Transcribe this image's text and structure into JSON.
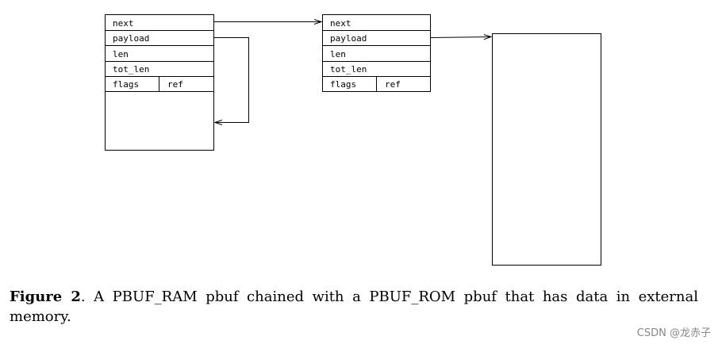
{
  "diagram": {
    "pbuf_ram": {
      "fields": [
        "next",
        "payload",
        "len",
        "tot_len"
      ],
      "flags_label": "flags",
      "ref_label": "ref"
    },
    "pbuf_rom": {
      "fields": [
        "next",
        "payload",
        "len",
        "tot_len"
      ],
      "flags_label": "flags",
      "ref_label": "ref"
    }
  },
  "caption": {
    "label": "Figure 2",
    "text": ". A PBUF_RAM pbuf chained with a PBUF_ROM pbuf that has data in external memory."
  },
  "watermark": "CSDN @龙赤子"
}
